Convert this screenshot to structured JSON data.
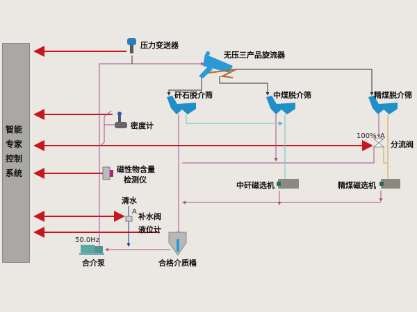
{
  "control_system": {
    "lines": [
      "智能",
      "专家",
      "控制",
      "系统"
    ]
  },
  "labels": {
    "pressure_transmitter": "压力变送器",
    "cyclone": "无压三产品旋流器",
    "gangue_screen": "矸石脱介筛",
    "middling_screen": "中煤脱介筛",
    "clean_coal_screen": "精煤脱介筛",
    "density_meter": "密度计",
    "diverter_valve": "分流阀",
    "diverter_percent": "100%",
    "valve_mode": "A",
    "magnetic_meter_line1": "磁性物含量",
    "magnetic_meter_line2": "检测仪",
    "middling_separator": "中矸磁选机",
    "clean_separator": "精煤磁选机",
    "clean_water": "清水",
    "makeup_valve": "补水阀",
    "makeup_mode": "A",
    "level_meter": "液位计",
    "pump_freq": "50.0Hz",
    "pump": "合介泵",
    "medium_tank": "合格介质桶"
  },
  "colors": {
    "signal": "#c8161d",
    "medium": "#a0508a",
    "screen": "#1e8fc8",
    "dilute": "#7cc8c8",
    "concentrate": "#d8c890",
    "process": "#333333"
  }
}
